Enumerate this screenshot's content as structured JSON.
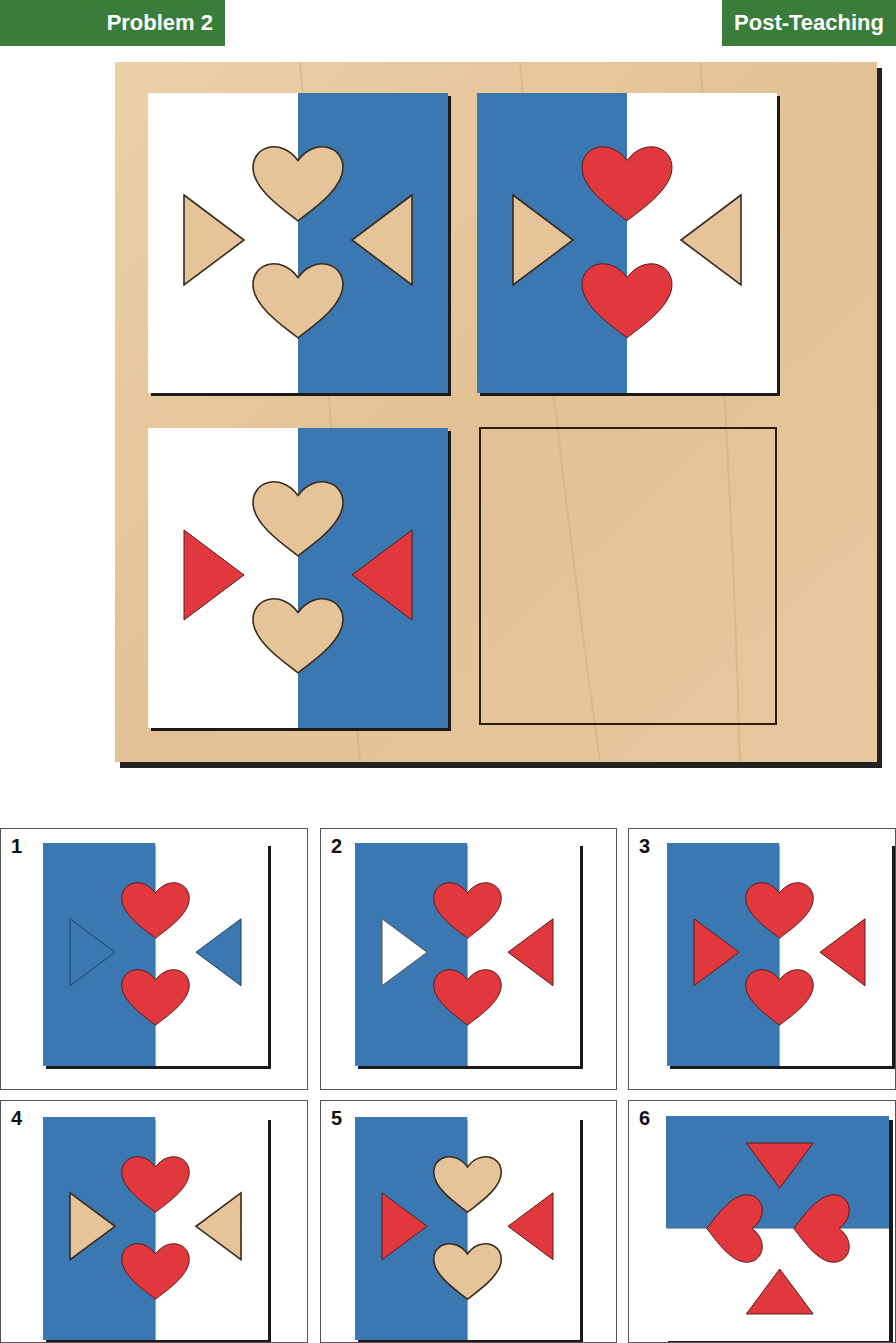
{
  "diagram": {
    "nodes": [
      {
        "text": [
          "Problem 2"
        ]
      },
      {
        "text": [
          "Post-Teaching"
        ]
      },
      {
        "text": [
          "1"
        ]
      },
      {
        "text": [
          "2"
        ]
      },
      {
        "text": [
          "3"
        ]
      },
      {
        "text": [
          "4"
        ]
      },
      {
        "text": [
          "5"
        ]
      },
      {
        "text": [
          "6"
        ]
      }
    ]
  }
}
